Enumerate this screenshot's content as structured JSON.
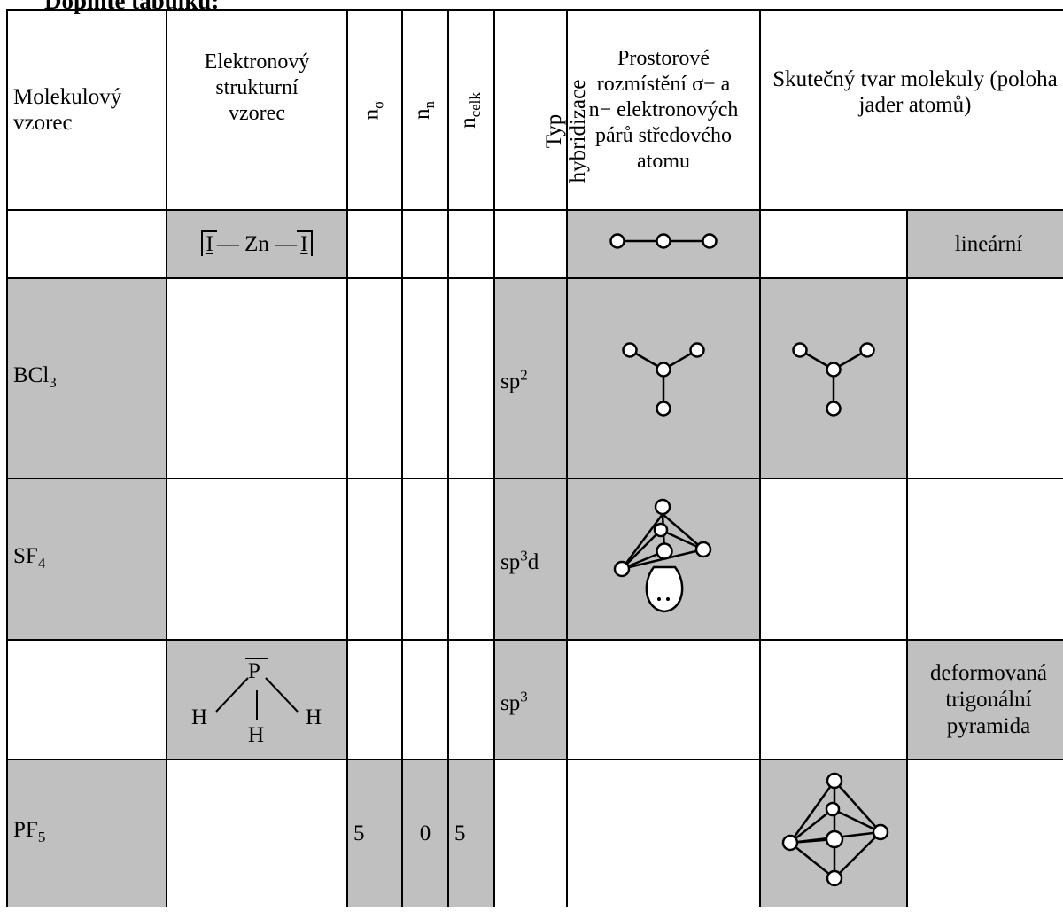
{
  "heading": "Doplňte tabulku:",
  "headers": {
    "formula": "Molekulový vzorec",
    "structural": "Elektronový strukturní vzorec",
    "n_sigma": "nσ",
    "n_n": "nn",
    "n_celk": "ncelk",
    "hybrid": "Typ hybridizace",
    "spatial": "Prostorové rozmístění σ− a n− elektronových párů středového atomu",
    "shape": "Skutečný tvar molekuly (poloha jader atomů)"
  },
  "rows": [
    {
      "formula": "",
      "structural": {
        "a": "I",
        "dash1": "— Zn —",
        "b": "I"
      },
      "n_sigma": "",
      "n_n": "",
      "n_celk": "",
      "hybrid": "",
      "shape_name": "lineární"
    },
    {
      "formula": {
        "base": "BCl",
        "sub": "3"
      },
      "hybrid": {
        "base": "sp",
        "sup": "2"
      },
      "shape_name": ""
    },
    {
      "formula": {
        "base": "SF",
        "sub": "4"
      },
      "hybrid": {
        "base": "sp",
        "sup": "3",
        "tail": "d"
      },
      "shape_name": ""
    },
    {
      "formula": "",
      "structural": {
        "p": "P",
        "h1": "H",
        "h2": "H",
        "h3": "H"
      },
      "hybrid": {
        "base": "sp",
        "sup": "3"
      },
      "shape_name": "deformovaná trigonální pyramida"
    },
    {
      "formula": {
        "base": "PF",
        "sub": "5"
      },
      "n_sigma": "5",
      "n_n": "0",
      "n_celk": "5"
    }
  ]
}
